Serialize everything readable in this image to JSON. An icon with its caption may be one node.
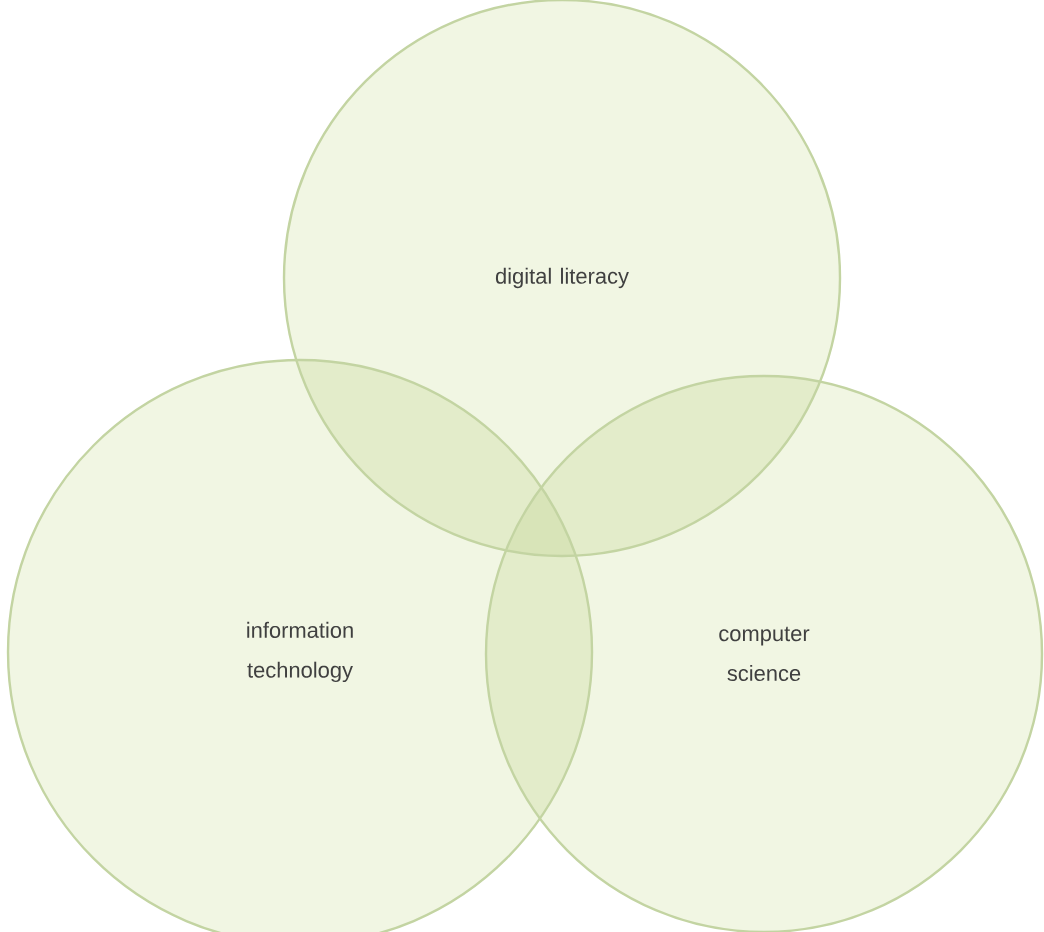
{
  "diagram": {
    "nodes": [
      {
        "text": [
          "digital literacy"
        ]
      },
      {
        "text": [
          "information technology"
        ]
      },
      {
        "text": [
          "computer science"
        ]
      }
    ]
  }
}
